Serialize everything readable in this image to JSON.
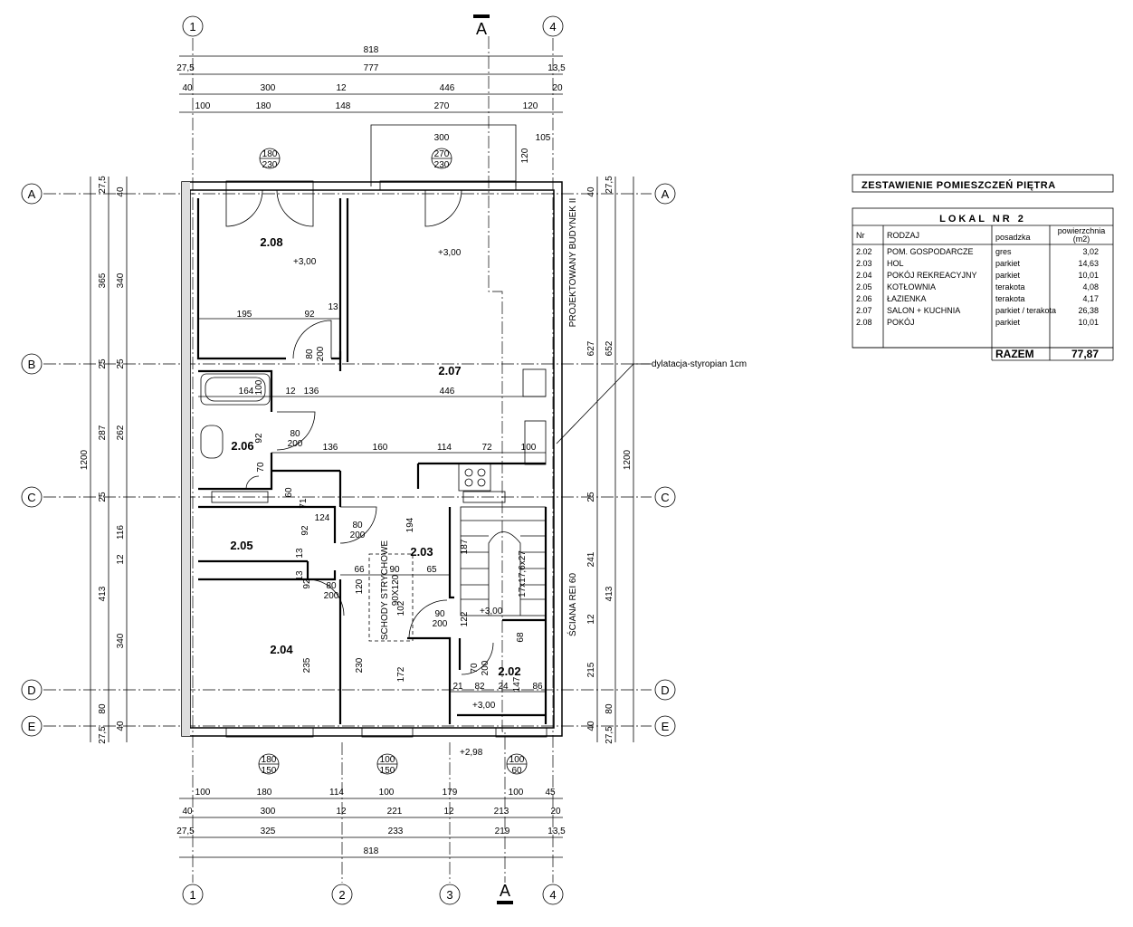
{
  "grid": {
    "columns": [
      "1",
      "2",
      "3",
      "4"
    ],
    "rows": [
      "A",
      "B",
      "C",
      "D",
      "E"
    ],
    "section": "A"
  },
  "rooms": [
    {
      "id": "2.08",
      "level": "+3,00"
    },
    {
      "id": "2.07",
      "level": "+3,00"
    },
    {
      "id": "2.06"
    },
    {
      "id": "2.05"
    },
    {
      "id": "2.04"
    },
    {
      "id": "2.03",
      "level": "+3,00"
    },
    {
      "id": "2.02",
      "level": "+3,00"
    }
  ],
  "outside_level": "+2,98",
  "windows": {
    "top_left": [
      "180",
      "230"
    ],
    "top_right": [
      "270",
      "230"
    ],
    "bottom_left": [
      "180",
      "150"
    ],
    "bottom_mid": [
      "100",
      "150"
    ],
    "bottom_right": [
      "100",
      "60"
    ]
  },
  "doors": {
    "d_208": [
      "80",
      "200"
    ],
    "d_206": [
      "80",
      "200"
    ],
    "d_205": [
      "80",
      "200"
    ],
    "d_204": [
      "80",
      "200"
    ],
    "d_203": [
      "90",
      "200"
    ],
    "d_202": [
      "70",
      "200"
    ]
  },
  "annotations": {
    "adjacent": "PROJEKTOWANY BUDYNEK II",
    "wall": "ŚCIANA REI 60",
    "dilatation": "dylatacja-styropian 1cm",
    "attic_stairs": "SCHODY STRYCHOWE",
    "attic_stairs_size": "90X120",
    "stairs_spec": "17x17,6x27"
  },
  "dimensions": {
    "top_row1": "818",
    "top_row2": [
      "27,5",
      "777",
      "13,5"
    ],
    "top_row3": [
      "40",
      "300",
      "12",
      "446",
      "20"
    ],
    "top_row4": [
      "100",
      "180",
      "148",
      "270",
      "120"
    ],
    "top_balcony": [
      "300",
      "105",
      "120"
    ],
    "left_outer": "1200",
    "left_mid": [
      "27,5",
      "365",
      "25",
      "287",
      "25",
      "413",
      "80",
      "27,5"
    ],
    "left_inner": [
      "40",
      "340",
      "25",
      "262",
      "116",
      "12",
      "340",
      "40"
    ],
    "right_outer": "1200",
    "right_mid": [
      "27,5",
      "652",
      "413",
      "80",
      "27,5"
    ],
    "right_inner": [
      "40",
      "627",
      "25",
      "241",
      "12",
      "215",
      "40"
    ],
    "bottom_row1": [
      "100",
      "180",
      "114",
      "100",
      "179",
      "100",
      "45"
    ],
    "bottom_row2": [
      "40",
      "300",
      "12",
      "221",
      "12",
      "213",
      "20"
    ],
    "bottom_row3": [
      "27,5",
      "325",
      "233",
      "219",
      "13,5"
    ],
    "bottom_row4": "818",
    "interior": [
      "195",
      "92",
      "13",
      "164",
      "100",
      "12",
      "136",
      "446",
      "92",
      "136",
      "160",
      "114",
      "72",
      "100",
      "70",
      "60",
      "71",
      "124",
      "92",
      "13",
      "13",
      "66",
      "90",
      "65",
      "194",
      "187",
      "120",
      "102",
      "122",
      "92",
      "235",
      "230",
      "172",
      "68",
      "21",
      "82",
      "24",
      "147",
      "86"
    ]
  },
  "schedule": {
    "title": "ZESTAWIENIE POMIESZCZEŃ PIĘTRA",
    "unit": "LOKAL NR 2",
    "headers": {
      "nr": "Nr",
      "type": "RODZAJ",
      "floor": "posadzka",
      "area": "powierzchnia",
      "area_unit": "(m2)"
    },
    "rows": [
      {
        "nr": "2.02",
        "type": "POM. GOSPODARCZE",
        "floor": "gres",
        "area": "3,02"
      },
      {
        "nr": "2.03",
        "type": "HOL",
        "floor": "parkiet",
        "area": "14,63"
      },
      {
        "nr": "2.04",
        "type": "POKÓJ REKREACYJNY",
        "floor": "parkiet",
        "area": "10,01"
      },
      {
        "nr": "2.05",
        "type": "KOTŁOWNIA",
        "floor": "terakota",
        "area": "4,08"
      },
      {
        "nr": "2.06",
        "type": "ŁAZIENKA",
        "floor": "terakota",
        "area": "4,17"
      },
      {
        "nr": "2.07",
        "type": "SALON + KUCHNIA",
        "floor": "parkiet / terakota",
        "area": "26,38"
      },
      {
        "nr": "2.08",
        "type": "POKÓJ",
        "floor": "parkiet",
        "area": "10,01"
      }
    ],
    "total_label": "RAZEM",
    "total": "77,87"
  }
}
